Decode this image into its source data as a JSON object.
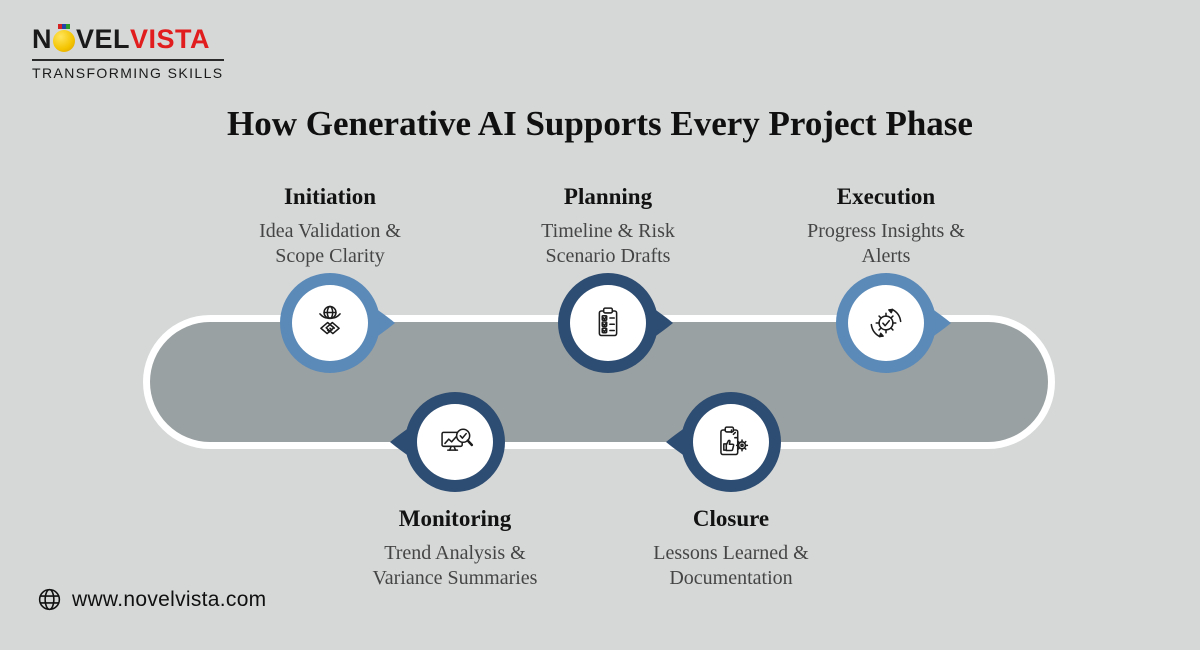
{
  "logo": {
    "name_part1": "N",
    "name_part2": "VEL",
    "name_part3": "VISTA",
    "tagline": "TRANSFORMING SKILLS"
  },
  "title": "How Generative AI Supports Every Project Phase",
  "phases": [
    {
      "name": "Initiation",
      "lines": [
        "Idea Validation &",
        "Scope Clarity"
      ],
      "icon": "handshake-globe-icon",
      "ring_color": "#5b8ab8",
      "row": "top"
    },
    {
      "name": "Planning",
      "lines": [
        "Timeline & Risk",
        "Scenario Drafts"
      ],
      "icon": "clipboard-checklist-icon",
      "ring_color": "#2e4d72",
      "row": "top"
    },
    {
      "name": "Execution",
      "lines": [
        "Progress Insights &",
        "Alerts"
      ],
      "icon": "gear-check-icon",
      "ring_color": "#5b8ab8",
      "row": "top"
    },
    {
      "name": "Monitoring",
      "lines": [
        "Trend Analysis &",
        "Variance Summaries"
      ],
      "icon": "monitor-magnifier-icon",
      "ring_color": "#2e4d72",
      "row": "bottom"
    },
    {
      "name": "Closure",
      "lines": [
        "Lessons Learned &",
        "Documentation"
      ],
      "icon": "clipboard-thumbsup-gear-icon",
      "ring_color": "#2e4d72",
      "row": "bottom"
    }
  ],
  "footer": {
    "website": "www.novelvista.com",
    "icon": "globe-icon"
  },
  "colors": {
    "background": "#d6d8d8",
    "band_fill": "#9aa1a2",
    "band_border": "#ffffff",
    "light_blue": "#5b8ab8",
    "dark_blue": "#2e4d72",
    "brand_red": "#e11d1d",
    "heading_text": "#121212",
    "subtitle_text": "#454545"
  }
}
